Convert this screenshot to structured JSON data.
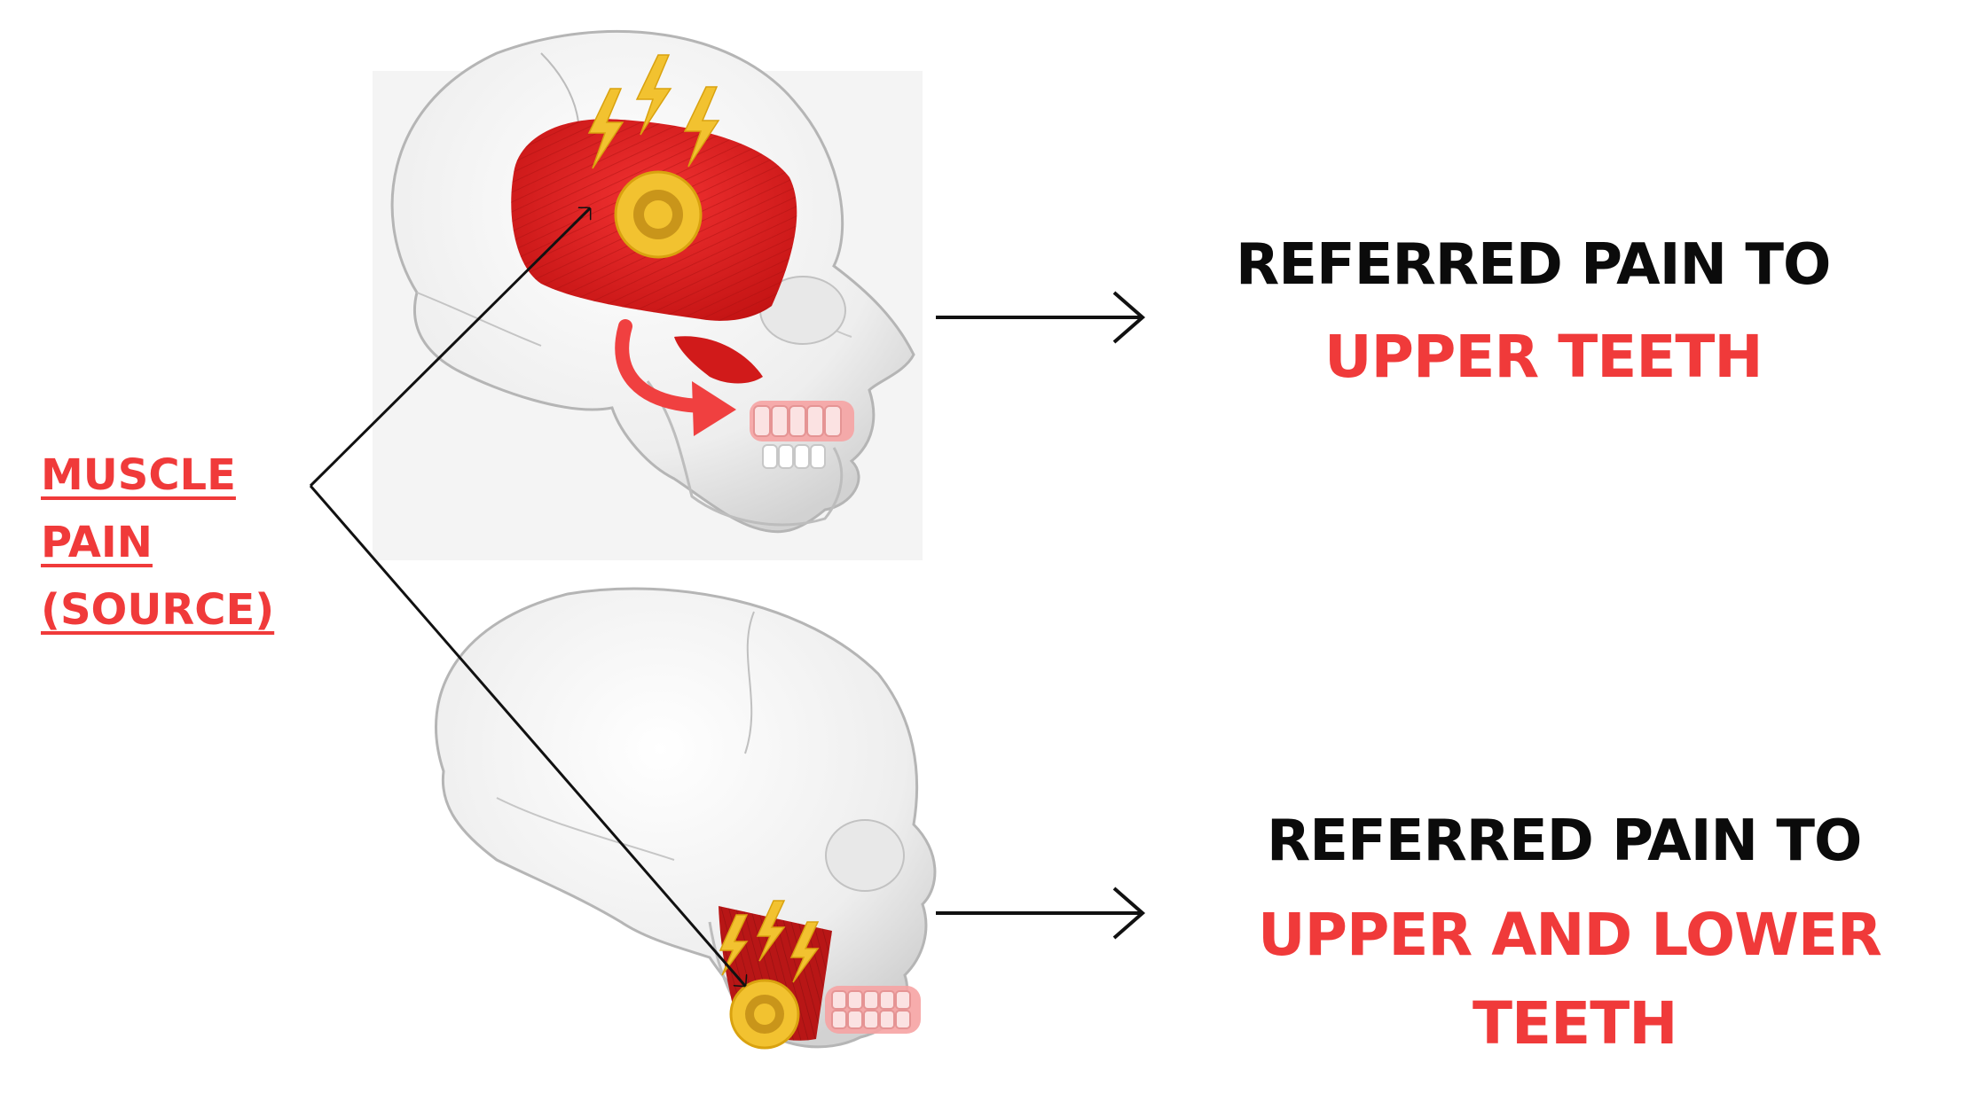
{
  "source_label": {
    "line1": "MUSCLE",
    "line2": "PAIN",
    "line3": "(SOURCE)"
  },
  "top_panel": {
    "referred_line": "REFERRED PAIN TO",
    "target_line": "UPPER TEETH"
  },
  "bottom_panel": {
    "referred_line": "REFERRED PAIN TO",
    "target_line_1": "UPPER AND LOWER",
    "target_line_2": "TEETH"
  },
  "colors": {
    "muscle_red": "#e01b1b",
    "accent_red": "#f03a3a",
    "pain_yellow": "#f2c230",
    "teeth_pink": "#f6a3a3",
    "text_black": "#0b0b0b"
  },
  "icons": [
    "lightning-bolt-icon",
    "trigger-point-target-icon",
    "curved-arrow-icon"
  ]
}
